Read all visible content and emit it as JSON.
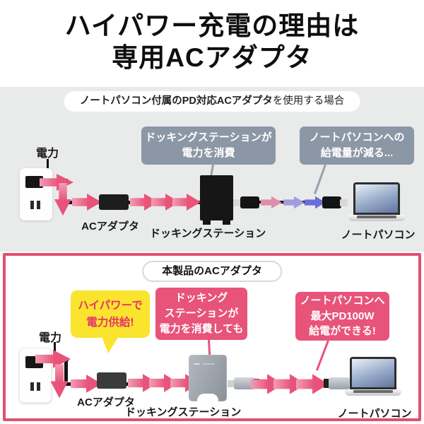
{
  "title": {
    "line1": "ハイパワー充電の理由は",
    "line2": "専用ACアダプタ"
  },
  "top_section": {
    "header_bold": "ノートパソコン付属のPD対応ACアダプタ",
    "header_suffix": "を使用する場合",
    "callout_docking": {
      "line1": "ドッキングステーションが",
      "line2": "電力を消費"
    },
    "callout_laptop": {
      "line1": "ノートパソコンへの",
      "line2": "給電量が減る..."
    },
    "label_power": "電力",
    "label_ac_adapter": "ACアダプタ",
    "label_docking": "ドッキングステーション",
    "label_laptop": "ノートパソコン"
  },
  "bottom_section": {
    "header": "本製品のACアダプタ",
    "bubble": {
      "line1": "ハイパワーで",
      "line2": "電力供給!"
    },
    "callout_docking": {
      "line1": "ドッキング",
      "line2": "ステーションが",
      "line3": "電力を消費しても"
    },
    "callout_laptop": {
      "line1": "ノートパソコンへ",
      "line2": "最大PD100W",
      "line3": "給電ができる!"
    },
    "label_power": "電力",
    "label_ac_adapter": "ACアダプタ",
    "label_docking": "ドッキングステーション",
    "label_laptop": "ノートパソコン"
  },
  "colors": {
    "accent_pink": "#e8537a",
    "border_red": "#e0506e",
    "highlight_yellow": "#fae42e",
    "bubble_text_red": "#e73465",
    "callout_gray": "#8c97a6",
    "section_gray": "#e9eaea"
  }
}
